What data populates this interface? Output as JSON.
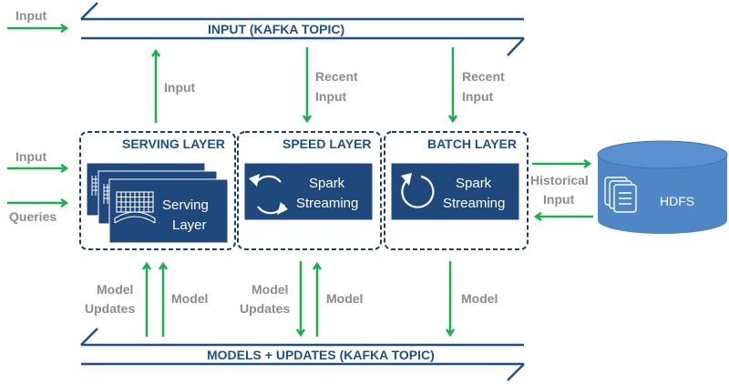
{
  "colors": {
    "topic_line": "#1f4e8c",
    "arrow": "#1aaf4b",
    "label_gray": "#8c8c8c",
    "box_fill": "#1f497d",
    "dashed_border": "#1f3d6b",
    "hdfs_fill": "#4f86c6"
  },
  "input_topic": {
    "label": "INPUT (KAFKA TOPIC)"
  },
  "models_topic": {
    "label": "MODELS + UPDATES (KAFKA TOPIC)"
  },
  "external_labels": {
    "input_top": "Input",
    "input_left": "Input",
    "queries_left": "Queries"
  },
  "flow_labels": {
    "serving_input": "Input",
    "speed_recent_input": [
      "Recent",
      "Input"
    ],
    "batch_recent_input": [
      "Recent",
      "Input"
    ],
    "historical_input": [
      "Historical",
      "Input"
    ],
    "serving_model_updates": [
      "Model",
      "Updates"
    ],
    "serving_model": "Model",
    "speed_model_updates": [
      "Model",
      "Updates"
    ],
    "speed_model": "Model",
    "batch_model": "Model"
  },
  "layers": [
    {
      "id": "serving",
      "title": "SERVING LAYER",
      "box_text": [
        "Serving",
        "Layer"
      ],
      "icon": "grid-icon"
    },
    {
      "id": "speed",
      "title": "SPEED LAYER",
      "box_text": [
        "Spark",
        "Streaming"
      ],
      "icon": "sync-arrows-icon"
    },
    {
      "id": "batch",
      "title": "BATCH LAYER",
      "box_text": [
        "Spark",
        "Streaming"
      ],
      "icon": "circular-arrow-icon"
    }
  ],
  "storage": {
    "label": "HDFS",
    "icon": "documents-icon"
  }
}
